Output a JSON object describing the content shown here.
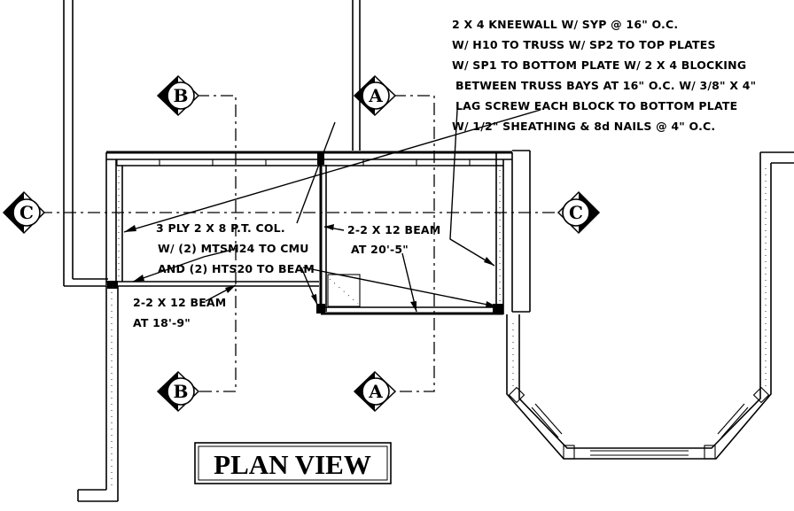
{
  "notes": {
    "kneewall": [
      "2 X 4 KNEEWALL W/ SYP @ 16\" O.C.",
      "W/ H10 TO TRUSS W/ SP2 TO TOP PLATES",
      "W/ SP1 TO BOTTOM PLATE W/ 2 X 4 BLOCKING",
      "BETWEEN TRUSS BAYS AT 16\" O.C. W/ 3/8\" X 4\"",
      "LAG SCREW EACH BLOCK TO  BOTTOM PLATE",
      "W/ 1/2\" SHEATHING & 8d NAILS @ 4\" O.C."
    ],
    "column": [
      "3 PLY 2 X 8 P.T. COL.",
      "W/ (2) MTSM24 TO CMU",
      "AND (2) HTS20 TO BEAM"
    ],
    "beam_right": [
      "2-2 X 12 BEAM",
      "AT 20'-5\""
    ],
    "beam_left": [
      "2-2 X 12 BEAM",
      "AT 18'-9\""
    ]
  },
  "section_markers": {
    "a_top": "A",
    "b_top": "B",
    "c_left": "C",
    "c_right": "C",
    "a_bottom": "A",
    "b_bottom": "B"
  },
  "title": "PLAN VIEW"
}
